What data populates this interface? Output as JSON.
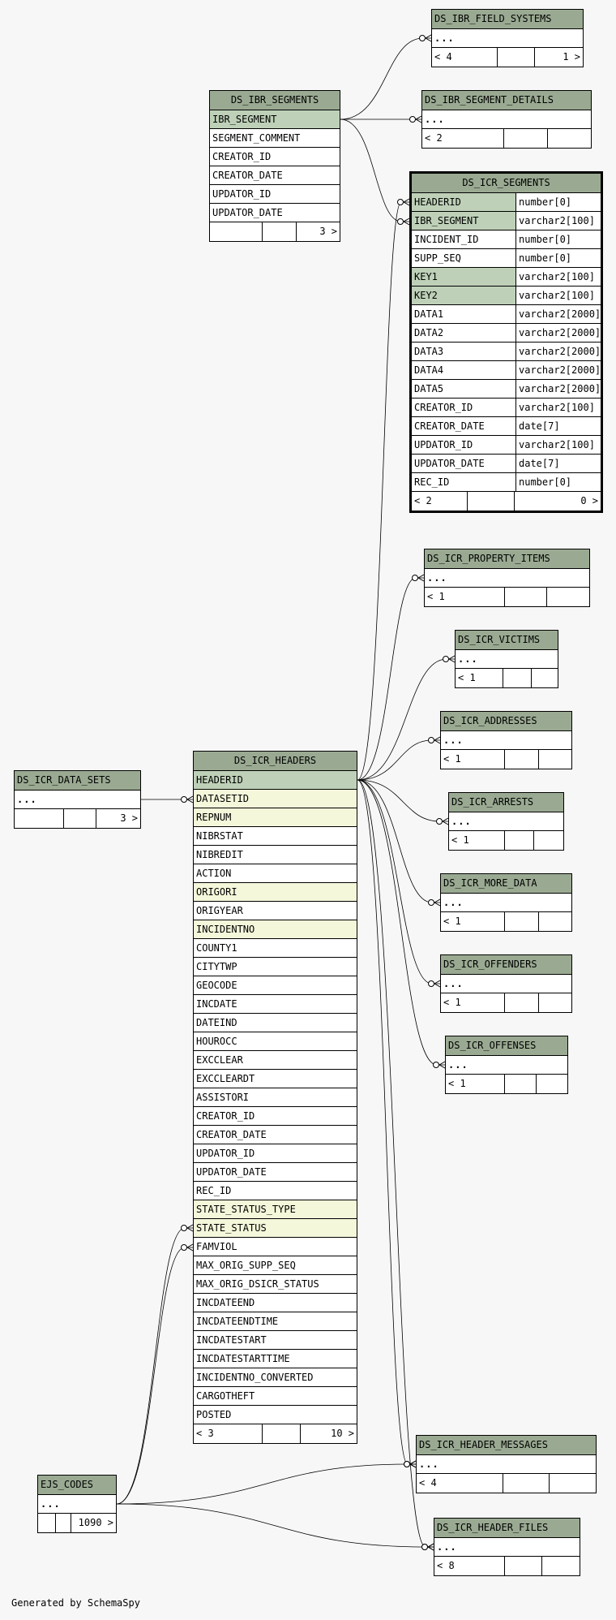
{
  "diagram": {
    "credit": "Generated by SchemaSpy",
    "tables": [
      {
        "id": "ds_ibr_field_systems",
        "name": "DS_IBR_FIELD_SYSTEMS",
        "focus": false,
        "compact": true,
        "rows": [
          {
            "name": "..."
          }
        ],
        "footer": [
          "< 4",
          "",
          "1 >"
        ]
      },
      {
        "id": "ds_ibr_segment_details",
        "name": "DS_IBR_SEGMENT_DETAILS",
        "focus": false,
        "compact": true,
        "rows": [
          {
            "name": "..."
          }
        ],
        "footer": [
          "< 2",
          "",
          ""
        ]
      },
      {
        "id": "ds_ibr_segments",
        "name": "DS_IBR_SEGMENTS",
        "focus": false,
        "compact": false,
        "rows": [
          {
            "name": "IBR_SEGMENT",
            "role": "pk"
          },
          {
            "name": "SEGMENT_COMMENT"
          },
          {
            "name": "CREATOR_ID"
          },
          {
            "name": "CREATOR_DATE"
          },
          {
            "name": "UPDATOR_ID"
          },
          {
            "name": "UPDATOR_DATE"
          }
        ],
        "footer": [
          "",
          "",
          "3 >"
        ]
      },
      {
        "id": "ds_icr_segments",
        "name": "DS_ICR_SEGMENTS",
        "focus": true,
        "compact": false,
        "rows": [
          {
            "name": "HEADERID",
            "type": "number[0]",
            "role": "pk"
          },
          {
            "name": "IBR_SEGMENT",
            "type": "varchar2[100]",
            "role": "pk"
          },
          {
            "name": "INCIDENT_ID",
            "type": "number[0]"
          },
          {
            "name": "SUPP_SEQ",
            "type": "number[0]"
          },
          {
            "name": "KEY1",
            "type": "varchar2[100]",
            "role": "pk"
          },
          {
            "name": "KEY2",
            "type": "varchar2[100]",
            "role": "pk"
          },
          {
            "name": "DATA1",
            "type": "varchar2[2000]"
          },
          {
            "name": "DATA2",
            "type": "varchar2[2000]"
          },
          {
            "name": "DATA3",
            "type": "varchar2[2000]"
          },
          {
            "name": "DATA4",
            "type": "varchar2[2000]"
          },
          {
            "name": "DATA5",
            "type": "varchar2[2000]"
          },
          {
            "name": "CREATOR_ID",
            "type": "varchar2[100]"
          },
          {
            "name": "CREATOR_DATE",
            "type": "date[7]"
          },
          {
            "name": "UPDATOR_ID",
            "type": "varchar2[100]"
          },
          {
            "name": "UPDATOR_DATE",
            "type": "date[7]"
          },
          {
            "name": "REC_ID",
            "type": "number[0]"
          }
        ],
        "footer": [
          "< 2",
          "",
          "0 >"
        ]
      },
      {
        "id": "ds_icr_property_items",
        "name": "DS_ICR_PROPERTY_ITEMS",
        "focus": false,
        "compact": true,
        "rows": [
          {
            "name": "..."
          }
        ],
        "footer": [
          "< 1",
          "",
          ""
        ]
      },
      {
        "id": "ds_icr_victims",
        "name": "DS_ICR_VICTIMS",
        "focus": false,
        "compact": true,
        "rows": [
          {
            "name": "..."
          }
        ],
        "footer": [
          "< 1",
          "",
          ""
        ]
      },
      {
        "id": "ds_icr_addresses",
        "name": "DS_ICR_ADDRESSES",
        "focus": false,
        "compact": true,
        "rows": [
          {
            "name": "..."
          }
        ],
        "footer": [
          "< 1",
          "",
          ""
        ]
      },
      {
        "id": "ds_icr_arrests",
        "name": "DS_ICR_ARRESTS",
        "focus": false,
        "compact": true,
        "rows": [
          {
            "name": "..."
          }
        ],
        "footer": [
          "< 1",
          "",
          ""
        ]
      },
      {
        "id": "ds_icr_more_data",
        "name": "DS_ICR_MORE_DATA",
        "focus": false,
        "compact": true,
        "rows": [
          {
            "name": "..."
          }
        ],
        "footer": [
          "< 1",
          "",
          ""
        ]
      },
      {
        "id": "ds_icr_offenders",
        "name": "DS_ICR_OFFENDERS",
        "focus": false,
        "compact": true,
        "rows": [
          {
            "name": "..."
          }
        ],
        "footer": [
          "< 1",
          "",
          ""
        ]
      },
      {
        "id": "ds_icr_offenses",
        "name": "DS_ICR_OFFENSES",
        "focus": false,
        "compact": true,
        "rows": [
          {
            "name": "..."
          }
        ],
        "footer": [
          "< 1",
          "",
          ""
        ]
      },
      {
        "id": "ds_icr_data_sets",
        "name": "DS_ICR_DATA_SETS",
        "focus": false,
        "compact": true,
        "rows": [
          {
            "name": "..."
          }
        ],
        "footer": [
          "",
          "",
          "3 >"
        ]
      },
      {
        "id": "ds_icr_headers",
        "name": "DS_ICR_HEADERS",
        "focus": false,
        "compact": false,
        "rows": [
          {
            "name": "HEADERID",
            "role": "pk"
          },
          {
            "name": "DATASETID",
            "role": "fk"
          },
          {
            "name": "REPNUM",
            "role": "fk"
          },
          {
            "name": "NIBRSTAT"
          },
          {
            "name": "NIBREDIT"
          },
          {
            "name": "ACTION"
          },
          {
            "name": "ORIGORI",
            "role": "fk"
          },
          {
            "name": "ORIGYEAR"
          },
          {
            "name": "INCIDENTNO",
            "role": "fk"
          },
          {
            "name": "COUNTY1"
          },
          {
            "name": "CITYTWP"
          },
          {
            "name": "GEOCODE"
          },
          {
            "name": "INCDATE"
          },
          {
            "name": "DATEIND"
          },
          {
            "name": "HOUROCC"
          },
          {
            "name": "EXCCLEAR"
          },
          {
            "name": "EXCCLEARDT"
          },
          {
            "name": "ASSISTORI"
          },
          {
            "name": "CREATOR_ID"
          },
          {
            "name": "CREATOR_DATE"
          },
          {
            "name": "UPDATOR_ID"
          },
          {
            "name": "UPDATOR_DATE"
          },
          {
            "name": "REC_ID"
          },
          {
            "name": "STATE_STATUS_TYPE",
            "role": "fk"
          },
          {
            "name": "STATE_STATUS",
            "role": "fk"
          },
          {
            "name": "FAMVIOL"
          },
          {
            "name": "MAX_ORIG_SUPP_SEQ"
          },
          {
            "name": "MAX_ORIG_DSICR_STATUS"
          },
          {
            "name": "INCDATEEND"
          },
          {
            "name": "INCDATEENDTIME"
          },
          {
            "name": "INCDATESTART"
          },
          {
            "name": "INCDATESTARTTIME"
          },
          {
            "name": "INCIDENTNO_CONVERTED"
          },
          {
            "name": "CARGOTHEFT"
          },
          {
            "name": "POSTED"
          }
        ],
        "footer": [
          "< 3",
          "",
          "10 >"
        ]
      },
      {
        "id": "ds_icr_header_messages",
        "name": "DS_ICR_HEADER_MESSAGES",
        "focus": false,
        "compact": true,
        "rows": [
          {
            "name": "..."
          }
        ],
        "footer": [
          "< 4",
          "",
          ""
        ]
      },
      {
        "id": "ejs_codes",
        "name": "EJS_CODES",
        "focus": false,
        "compact": true,
        "rows": [
          {
            "name": "..."
          }
        ],
        "footer": [
          "",
          "",
          "1090 >"
        ]
      },
      {
        "id": "ds_icr_header_files",
        "name": "DS_ICR_HEADER_FILES",
        "focus": false,
        "compact": true,
        "rows": [
          {
            "name": "..."
          }
        ],
        "footer": [
          "< 8",
          "",
          ""
        ]
      }
    ],
    "relationships": [
      {
        "from": "ds_ibr_segments",
        "from_col": "IBR_SEGMENT",
        "to": "ds_ibr_field_systems"
      },
      {
        "from": "ds_ibr_segments",
        "from_col": "IBR_SEGMENT",
        "to": "ds_ibr_segment_details"
      },
      {
        "from": "ds_ibr_segments",
        "from_col": "IBR_SEGMENT",
        "to": "ds_icr_segments",
        "to_col": "IBR_SEGMENT"
      },
      {
        "from": "ds_icr_headers",
        "from_col": "HEADERID",
        "to": "ds_icr_segments",
        "to_col": "HEADERID"
      },
      {
        "from": "ds_icr_headers",
        "from_col": "HEADERID",
        "to": "ds_icr_property_items"
      },
      {
        "from": "ds_icr_headers",
        "from_col": "HEADERID",
        "to": "ds_icr_victims"
      },
      {
        "from": "ds_icr_headers",
        "from_col": "HEADERID",
        "to": "ds_icr_addresses"
      },
      {
        "from": "ds_icr_headers",
        "from_col": "HEADERID",
        "to": "ds_icr_arrests"
      },
      {
        "from": "ds_icr_headers",
        "from_col": "HEADERID",
        "to": "ds_icr_more_data"
      },
      {
        "from": "ds_icr_headers",
        "from_col": "HEADERID",
        "to": "ds_icr_offenders"
      },
      {
        "from": "ds_icr_headers",
        "from_col": "HEADERID",
        "to": "ds_icr_offenses"
      },
      {
        "from": "ds_icr_headers",
        "from_col": "HEADERID",
        "to": "ds_icr_header_messages"
      },
      {
        "from": "ds_icr_headers",
        "from_col": "HEADERID",
        "to": "ds_icr_header_files"
      },
      {
        "from": "ds_icr_data_sets",
        "to": "ds_icr_headers",
        "to_col": "DATASETID"
      },
      {
        "from": "ejs_codes",
        "to": "ds_icr_headers",
        "to_col": "STATE_STATUS_TYPE"
      },
      {
        "from": "ejs_codes",
        "to": "ds_icr_headers",
        "to_col": "STATE_STATUS"
      },
      {
        "from": "ejs_codes",
        "to": "ds_icr_header_messages"
      },
      {
        "from": "ejs_codes",
        "to": "ds_icr_header_files"
      }
    ]
  }
}
